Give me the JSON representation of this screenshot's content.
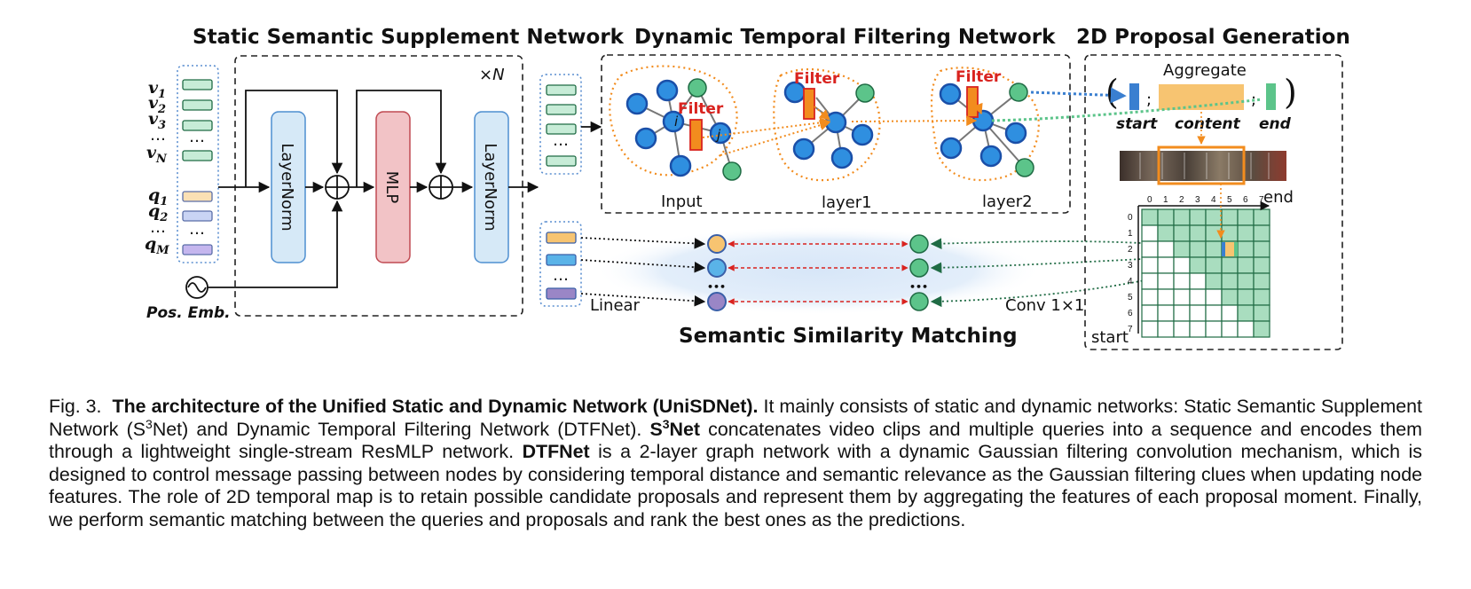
{
  "titles": {
    "s3net": "Static Semantic Supplement Network",
    "dtfnet": "Dynamic Temporal Filtering Network",
    "proposal": "2D Proposal Generation",
    "matching": "Semantic Similarity Matching"
  },
  "inputs": {
    "video": [
      {
        "base": "v",
        "sub": "1"
      },
      {
        "base": "v",
        "sub": "2"
      },
      {
        "base": "v",
        "sub": "3"
      },
      {
        "base": "v",
        "sub": "N"
      }
    ],
    "query": [
      {
        "base": "q",
        "sub": "1"
      },
      {
        "base": "q",
        "sub": "2"
      },
      {
        "base": "q",
        "sub": "M"
      }
    ],
    "dots": "…",
    "pos_emb": "Pos. Emb."
  },
  "s3net": {
    "repeat": "×N",
    "layernorm1": "LayerNorm",
    "mlp": "MLP",
    "layernorm2": "LayerNorm"
  },
  "dtfnet": {
    "filter": "Filter",
    "node_i": "i",
    "node_j": "j",
    "layers": [
      "Input",
      "layer1",
      "layer2"
    ]
  },
  "matching": {
    "linear": "Linear",
    "conv": "Conv 1×1",
    "dots": "•••"
  },
  "proposal": {
    "aggregate": "Aggregate",
    "start": "start",
    "content": "content",
    "end": "end",
    "paren_open": "(",
    "paren_close": ")",
    "semicolon": ";",
    "map_start": "start",
    "map_end": "end",
    "ticks": [
      "0",
      "1",
      "2",
      "3",
      "4",
      "5",
      "6",
      "7"
    ]
  },
  "caption": {
    "fig": "Fig. 3.",
    "bold_title": "The architecture of the Unified Static and Dynamic Network (UniSDNet).",
    "text1": " It mainly consists of static and dynamic networks: Static Semantic Supplement Network (S",
    "sup": "3",
    "text2": "Net) and Dynamic Temporal Filtering Network (DTFNet). ",
    "s3_bold_a": "S",
    "s3_sup": "3",
    "s3_bold_b": "Net",
    "text3": " concatenates video clips and multiple queries into a sequence and encodes them through a lightweight single-stream ResMLP network. ",
    "dtf_bold": "DTFNet",
    "text4": " is a 2-layer graph network with a dynamic Gaussian filtering convolution mechanism, which is designed to control message passing between nodes by considering temporal distance and semantic relevance as the Gaussian filtering clues when updating node features. The role of 2D temporal map is to retain possible candidate proposals and represent them by aggregating the features of each proposal moment. Finally, we perform semantic matching between the queries and proposals and rank the best ones as the predictions."
  },
  "colors": {
    "node_fill": "#2f8fe0",
    "node_stroke": "#1a4fa8",
    "green": "#5cc48a",
    "green_dark": "#1f6b44",
    "orange": "#f28c1e",
    "filter_red": "#d9231f",
    "layernorm_fill": "#d6e9f7",
    "mlp_fill": "#f2c3c6",
    "query_yellow": "#f7c471",
    "query_blue": "#5ab3e8",
    "query_purple": "#9a86c6"
  }
}
